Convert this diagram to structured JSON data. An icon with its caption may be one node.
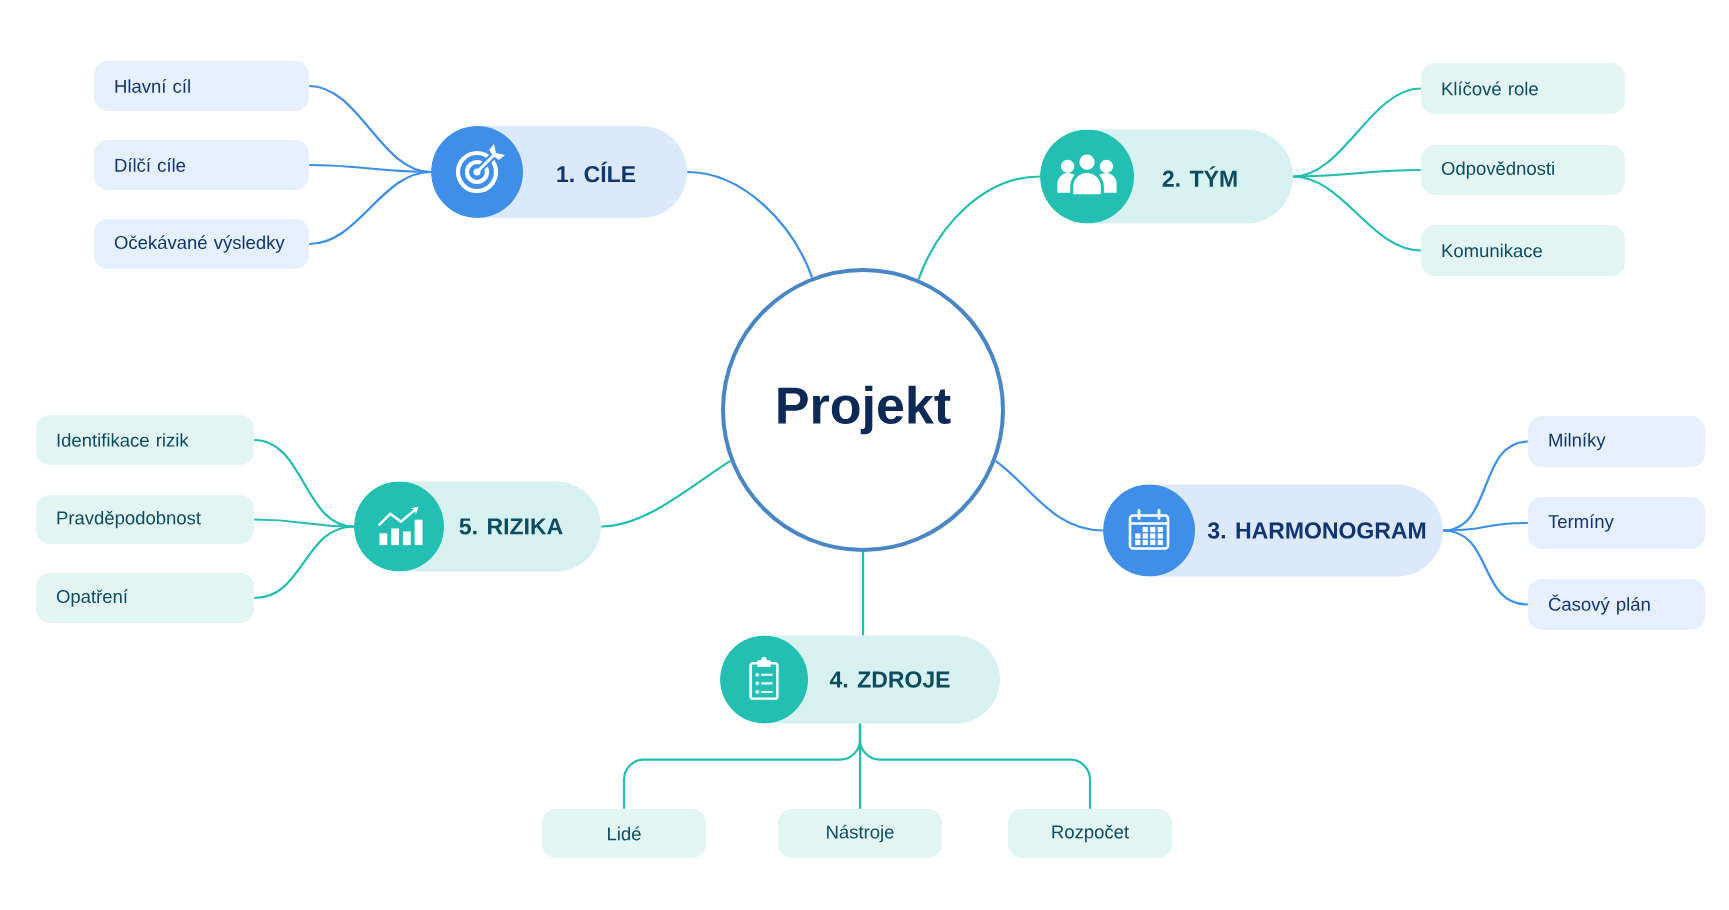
{
  "diagram": {
    "nodes": [
      {
        "text": [
          "Projekt"
        ]
      },
      {
        "text": [
          "1. CÍLE"
        ]
      },
      {
        "text": [
          "Hlavní cíl"
        ]
      },
      {
        "text": [
          "Dílčí cíle"
        ]
      },
      {
        "text": [
          "Očekávané výsledky"
        ]
      },
      {
        "text": [
          "2. TÝM"
        ]
      },
      {
        "text": [
          "Klíčové role"
        ]
      },
      {
        "text": [
          "Odpovědnosti"
        ]
      },
      {
        "text": [
          "Komunikace"
        ]
      },
      {
        "text": [
          "3. HARMONOGRAM"
        ]
      },
      {
        "text": [
          "Milníky"
        ]
      },
      {
        "text": [
          "Termíny"
        ]
      },
      {
        "text": [
          "Časový plán"
        ]
      },
      {
        "text": [
          "4. ZDROJE"
        ]
      },
      {
        "text": [
          "Lidé"
        ]
      },
      {
        "text": [
          "Nástroje"
        ]
      },
      {
        "text": [
          "Rozpočet"
        ]
      },
      {
        "text": [
          "5. RIZIKA"
        ]
      },
      {
        "text": [
          "Identifikace rizik"
        ]
      },
      {
        "text": [
          "Pravděpodobnost"
        ]
      },
      {
        "text": [
          "Opatření"
        ]
      }
    ],
    "edges": [
      {
        "from": 0,
        "to": 1,
        "arrow": "none",
        "color": "#3d8fe6"
      },
      {
        "from": 1,
        "to": 2,
        "arrow": "none",
        "color": "#3d8fe6"
      },
      {
        "from": 1,
        "to": 3,
        "arrow": "none",
        "color": "#3d8fe6"
      },
      {
        "from": 1,
        "to": 4,
        "arrow": "none",
        "color": "#3d8fe6"
      },
      {
        "from": 0,
        "to": 5,
        "arrow": "none"
      },
      {
        "from": 5,
        "to": 6,
        "arrow": "none"
      },
      {
        "from": 5,
        "to": 7,
        "arrow": "none"
      },
      {
        "from": 5,
        "to": 8,
        "arrow": "none"
      },
      {
        "from": 0,
        "to": 9,
        "arrow": "none",
        "color": "#3d8fe6"
      },
      {
        "from": 9,
        "to": 10,
        "arrow": "none",
        "color": "#3d8fe6"
      },
      {
        "from": 9,
        "to": 11,
        "arrow": "none",
        "color": "#3d8fe6"
      },
      {
        "from": 9,
        "to": 12,
        "arrow": "none",
        "color": "#3d8fe6"
      },
      {
        "from": 0,
        "to": 13,
        "arrow": "none"
      },
      {
        "from": 13,
        "to": 14,
        "arrow": "none"
      },
      {
        "from": 13,
        "to": 15,
        "arrow": "none"
      },
      {
        "from": 13,
        "to": 16,
        "arrow": "none"
      },
      {
        "from": 0,
        "to": 17,
        "arrow": "none"
      },
      {
        "from": 17,
        "to": 18,
        "arrow": "none"
      },
      {
        "from": 17,
        "to": 19,
        "arrow": "none"
      },
      {
        "from": 17,
        "to": 20,
        "arrow": "none"
      }
    ]
  }
}
